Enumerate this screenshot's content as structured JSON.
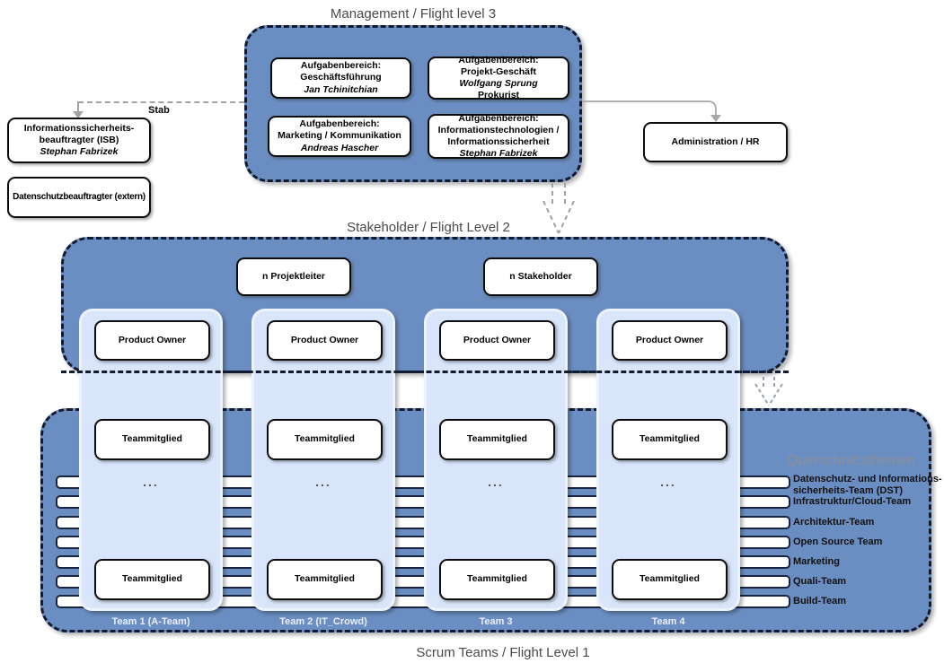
{
  "colors": {
    "section_blue": "#6b8ec2",
    "column_blue": "#d8e5fa",
    "dashed_border": "#101b30"
  },
  "management": {
    "title": "Management / Flight level 3",
    "areas": {
      "gf": {
        "l1": "Aufgabenbereich:",
        "l2": "Geschäftsführung",
        "name": "Jan Tchinitchian"
      },
      "projekt": {
        "l1": "Aufgabenbereich:",
        "l2": "Projekt-Geschäft",
        "name": "Wolfgang Sprung",
        "role": "Prokurist"
      },
      "marketing": {
        "l1": "Aufgabenbereich:",
        "l2": "Marketing / Kommunikation",
        "name": "Andreas Hascher"
      },
      "it": {
        "l1": "Aufgabenbereich:",
        "l2": "Informationstechnologien /",
        "l3": "Informationssicherheit",
        "name": "Stephan Fabrizek"
      }
    }
  },
  "staff_units": {
    "stab_label": "Stab",
    "isb": {
      "l1": "Informationssicherheits-",
      "l2": "beauftragter (ISB)",
      "name": "Stephan Fabrizek"
    },
    "dsb": {
      "label": "Datenschutzbeauftragter (extern)"
    },
    "admin": {
      "label": "Administration / HR"
    }
  },
  "stakeholder_level": {
    "title": "Stakeholder / Flight Level 2",
    "projektleiter": "n Projektleiter",
    "stakeholder": "n Stakeholder"
  },
  "labels": {
    "product_owner": "Product Owner",
    "team_member": "Teammitglied",
    "dots": "..."
  },
  "teams": [
    {
      "label": "Team 1 (A-Team)"
    },
    {
      "label": "Team 2 (IT_Crowd)"
    },
    {
      "label": "Team 3"
    },
    {
      "label": "Team 4"
    }
  ],
  "cross_cutting": {
    "title": "Querschnittsthemen",
    "items": [
      "Datenschutz- und Informations-\nsicherheits-Team (DST)",
      "Infrastruktur/Cloud-Team",
      "Architektur-Team",
      "Open Source Team",
      "Marketing",
      "Quali-Team",
      "Build-Team"
    ]
  },
  "scrum_level": {
    "title": "Scrum Teams / Flight Level 1"
  }
}
